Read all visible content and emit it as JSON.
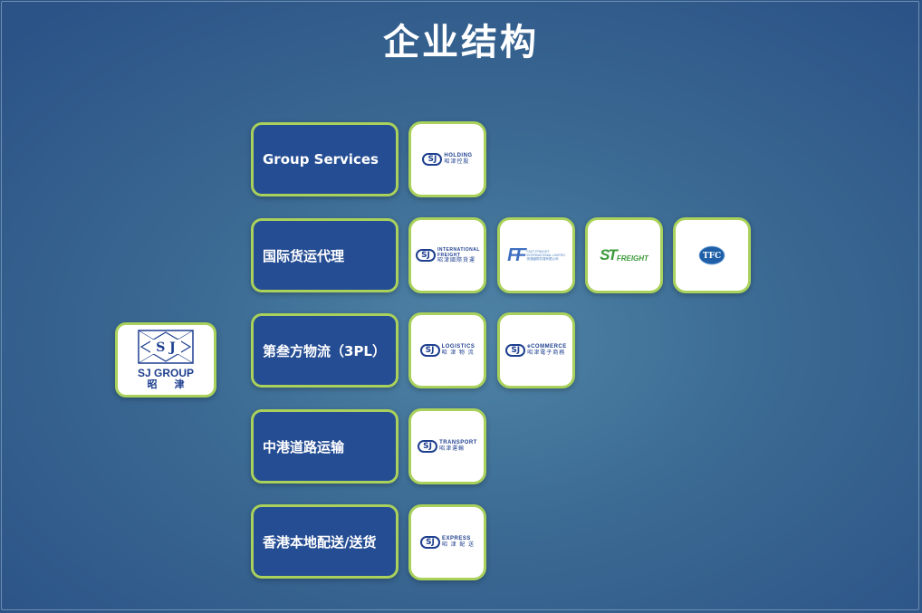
{
  "title": "企业结构",
  "root": {
    "name": "SJ GROUP",
    "name_cn": "昭 津",
    "mark": "S J"
  },
  "categories": [
    {
      "label": "Group Services"
    },
    {
      "label": "国际货运代理"
    },
    {
      "label": "第叁方物流（3PL）"
    },
    {
      "label": "中港道路运输"
    },
    {
      "label": "香港本地配送/送货"
    }
  ],
  "logos": {
    "holding": {
      "en": "HOLDING",
      "cn": "昭津控股"
    },
    "intl_freight": {
      "en": "INTERNATIONAL FREIGHT",
      "cn": "昭津國際貨運"
    },
    "logistics": {
      "en": "LOGISTICS",
      "cn": "昭 津 物 流"
    },
    "ecommerce": {
      "en": "eCOMMERCE",
      "cn": "昭津電子商務"
    },
    "transport": {
      "en": "TRANSPORT",
      "cn": "昭津運輸"
    },
    "express": {
      "en": "EXPRESS",
      "cn": "昭 津 配 送"
    },
    "ff": {
      "mark": "FF",
      "en1": "FAST FREIGHT",
      "en2": "INTERNATIONAL LIMITED",
      "cn": "快運國際貨運有限公司"
    },
    "st": {
      "mark": "ST",
      "word": "FREIGHT"
    },
    "tfc": {
      "mark": "TFC"
    }
  },
  "colors": {
    "category_fill": "#254d93",
    "border_green": "#a9d15b",
    "brand_blue": "#1e3f8f",
    "st_green": "#3b9a3a"
  }
}
